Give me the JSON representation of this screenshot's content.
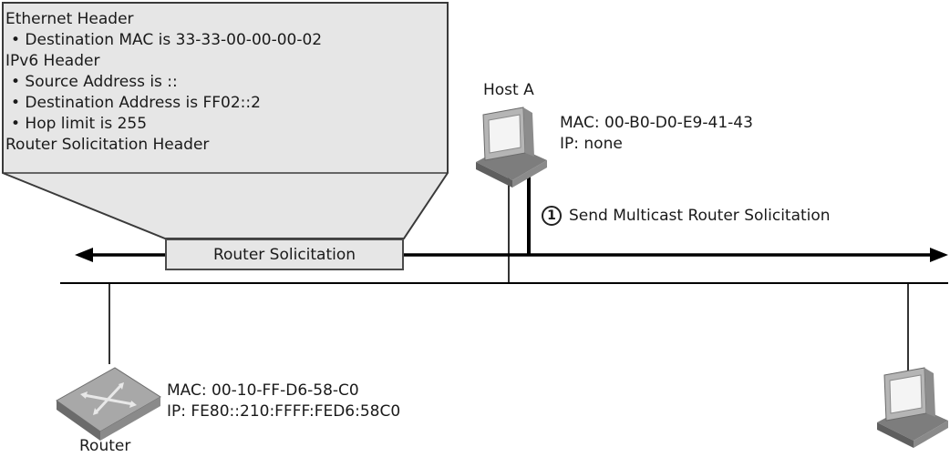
{
  "callout": {
    "lines": [
      {
        "text": "Ethernet Header",
        "bullet": false
      },
      {
        "text": "• Destination MAC is 33-33-00-00-00-02",
        "bullet": true
      },
      {
        "text": "IPv6 Header",
        "bullet": false
      },
      {
        "text": "• Source Address is ::",
        "bullet": true
      },
      {
        "text": "• Destination Address is FF02::2",
        "bullet": true
      },
      {
        "text": "• Hop limit is 255",
        "bullet": true
      },
      {
        "text": "Router Solicitation Header",
        "bullet": false
      }
    ]
  },
  "packet_label": "Router Solicitation",
  "host_a": {
    "name": "Host A",
    "mac": "MAC: 00-B0-D0-E9-41-43",
    "ip": "IP: none"
  },
  "step": {
    "number": "1",
    "label": "Send Multicast Router Solicitation"
  },
  "router": {
    "name": "Router",
    "mac": "MAC: 00-10-FF-D6-58-C0",
    "ip": "IP: FE80::210:FFFF:FED6:58C0"
  },
  "colors": {
    "callout_fill": "#e6e6e6",
    "line": "#000000",
    "device_gray": "#9a9a9a"
  }
}
